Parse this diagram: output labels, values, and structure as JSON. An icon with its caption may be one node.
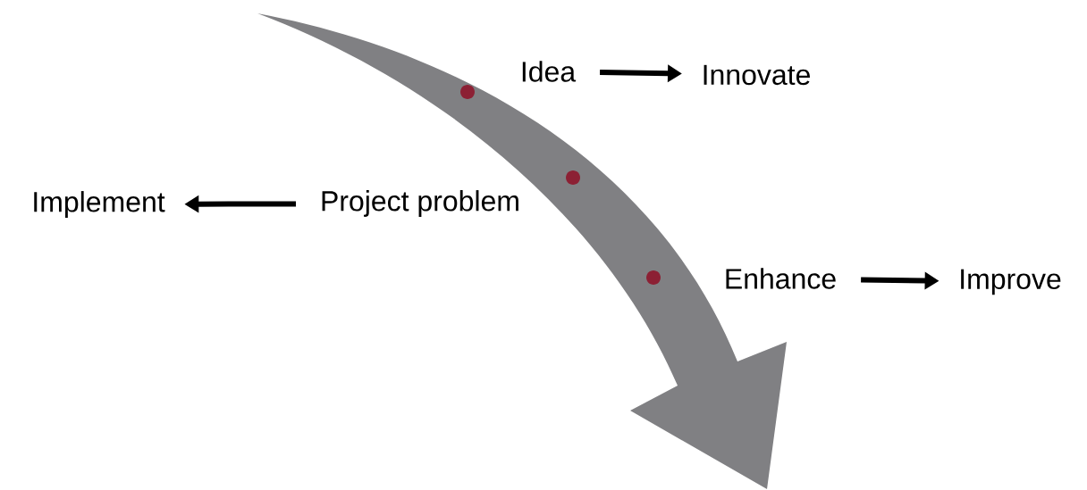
{
  "diagram": {
    "nodes": [
      {
        "text": [
          "Idea"
        ]
      },
      {
        "text": [
          "Innovate"
        ]
      },
      {
        "text": [
          "Project problem"
        ]
      },
      {
        "text": [
          "Implement"
        ]
      },
      {
        "text": [
          "Enhance"
        ]
      },
      {
        "text": [
          "Improve"
        ]
      }
    ],
    "edges": [
      {
        "from": 0,
        "to": 1,
        "arrow": "to"
      },
      {
        "from": 2,
        "to": 3,
        "arrow": "to"
      },
      {
        "from": 4,
        "to": 5,
        "arrow": "to"
      }
    ]
  }
}
